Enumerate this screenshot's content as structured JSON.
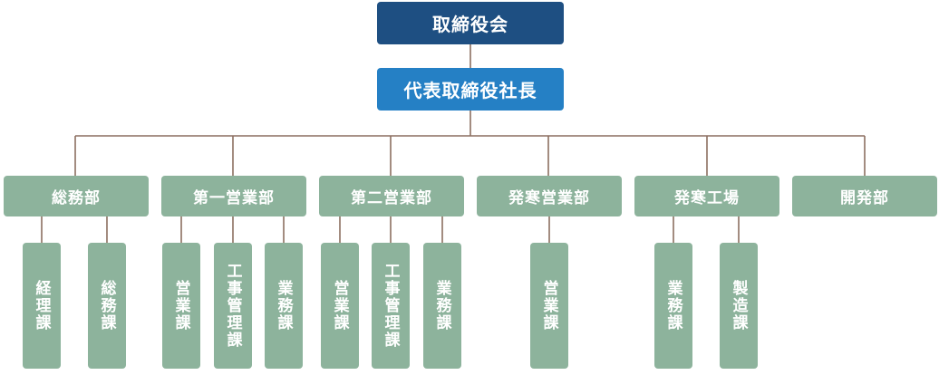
{
  "org_chart": {
    "board": {
      "label": "取締役会"
    },
    "ceo": {
      "label": "代表取締役社長"
    },
    "departments": [
      {
        "label": "総務部",
        "sections": [
          {
            "label": "経理課"
          },
          {
            "label": "総務課"
          }
        ]
      },
      {
        "label": "第一営業部",
        "sections": [
          {
            "label": "営業課"
          },
          {
            "label": "工事管理課"
          },
          {
            "label": "業務課"
          }
        ]
      },
      {
        "label": "第二営業部",
        "sections": [
          {
            "label": "営業課"
          },
          {
            "label": "工事管理課"
          },
          {
            "label": "業務課"
          }
        ]
      },
      {
        "label": "発寒営業部",
        "sections": [
          {
            "label": "営業課"
          }
        ]
      },
      {
        "label": "発寒工場",
        "sections": [
          {
            "label": "業務課"
          },
          {
            "label": "製造課"
          }
        ]
      },
      {
        "label": "開発部",
        "sections": []
      }
    ]
  },
  "colors": {
    "board": "#1e4f82",
    "ceo": "#2580c5",
    "unit": "#8db39c",
    "connector": "#8c6f60",
    "text": "#ffffff"
  }
}
